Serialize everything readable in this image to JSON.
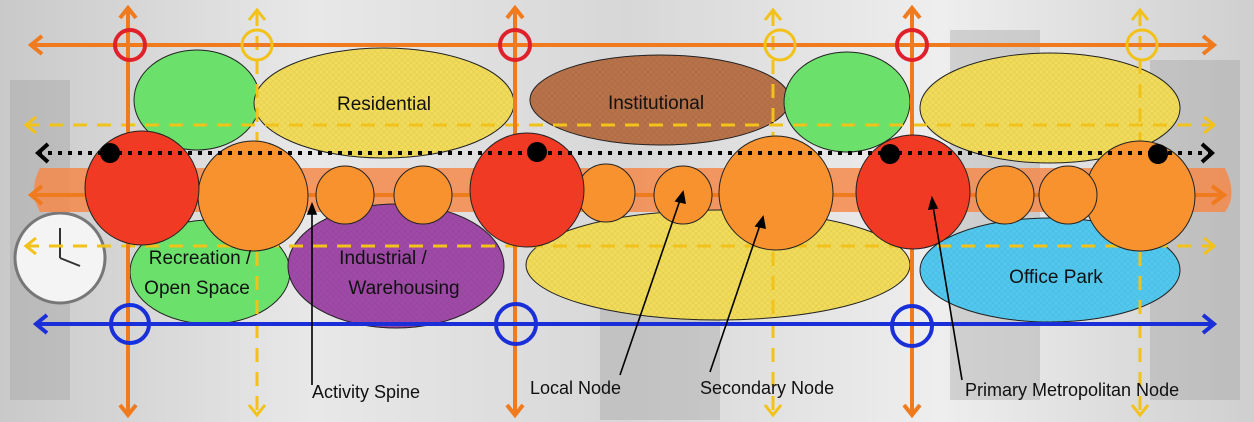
{
  "zones": {
    "residential": "Residential",
    "institutional": "Institutional",
    "recreation_line1": "Recreation /",
    "recreation_line2": "Open Space",
    "industrial_line1": "Industrial /",
    "industrial_line2": "Warehousing",
    "office_park": "Office Park"
  },
  "callouts": {
    "activity_spine": "Activity Spine",
    "local_node": "Local Node",
    "secondary_node": "Secondary Node",
    "primary_node": "Primary Metropolitan Node"
  },
  "colors": {
    "primary_node": "#f03a24",
    "secondary_node": "#f7922e",
    "spine": "#f58a4a",
    "green_space": "#6be06b",
    "residential": "#f2dc5a",
    "institutional": "#b8734a",
    "industrial": "#a04aa8",
    "office": "#52c8ef",
    "orange_route": "#f07a1e",
    "yellow_route": "#f2c21a",
    "blue_route": "#1a2fd8",
    "black_route": "#000000"
  }
}
